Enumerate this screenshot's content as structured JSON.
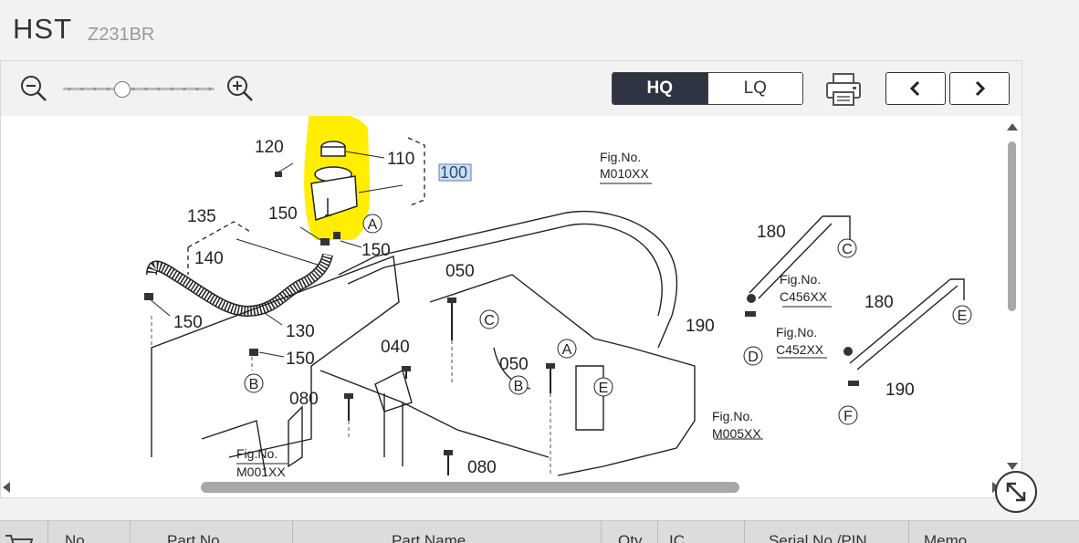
{
  "header": {
    "title": "HST",
    "subtitle": "Z231BR"
  },
  "toolbar": {
    "zoom_out_icon": "zoom-out-icon",
    "zoom_in_icon": "zoom-in-icon",
    "zoom_level": 0.38,
    "quality": {
      "hq_label": "HQ",
      "lq_label": "LQ",
      "selected": "HQ"
    },
    "print_icon": "printer-icon",
    "prev_icon": "chevron-left-icon",
    "next_icon": "chevron-right-icon"
  },
  "diagram": {
    "callouts": [
      "120",
      "110",
      "100",
      "135",
      "150",
      "150",
      "140",
      "150",
      "130",
      "150",
      "050",
      "040",
      "080",
      "080",
      "050",
      "190",
      "180",
      "180",
      "190"
    ],
    "letters": [
      "A",
      "B",
      "C",
      "A",
      "B",
      "E",
      "C",
      "D",
      "E",
      "F"
    ],
    "fig_refs": [
      "Fig.No.",
      "M010XX",
      "Fig.No.",
      "C456XX",
      "Fig.No.",
      "C452XX",
      "Fig.No.",
      "M005XX",
      "Fig.No.",
      "M001XX"
    ],
    "selected_part": "100",
    "highlight_color": "#ffee00"
  },
  "table": {
    "columns": [
      "No.",
      "Part No.",
      "Part Name",
      "Qty",
      "IC",
      "Serial No./PIN",
      "Memo"
    ],
    "cart_icon": "cart-icon"
  },
  "expand_icon": "expand-icon"
}
